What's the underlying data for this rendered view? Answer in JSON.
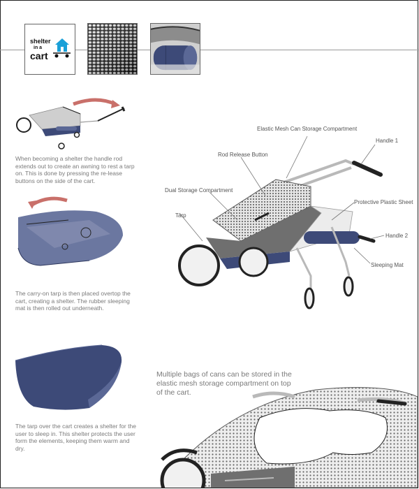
{
  "logo": {
    "line1": "shelter",
    "line2": "in a",
    "line3": "cart"
  },
  "thumbnails": [
    {
      "name": "mesh-texture"
    },
    {
      "name": "sleeping-mat-closeup"
    }
  ],
  "captions": {
    "handle_rod": "When becoming a shelter the handle rod extends out to create an awning to rest a tarp on.  This is done by pressing the re-lease buttons on the side of the cart.",
    "tarp_overtop": "The carry-on tarp is then placed overtop the cart, creating a shelter.  The rubber sleeping mat is then rolled out underneath.",
    "shelter_sleep": "The tarp over the cart creates a shelter for the user to sleep in.  This shelter protects the user form the elements, keeping them warm and dry.",
    "storage": "Multiple bags of cans can be stored in the elastic mesh storage compartment on top of the cart."
  },
  "labels": {
    "elastic_mesh": "Elastic Mesh Can Storage Compartment",
    "handle1": "Handle 1",
    "rod_release": "Rod Release Button",
    "dual_storage": "Dual Storage Compartment",
    "protective_sheet": "Protective Plastic Sheet",
    "tarp": "Tarp",
    "handle2": "Handle 2",
    "sleeping_mat": "Sleeping Mat"
  },
  "colors": {
    "navy": "#3d4a78",
    "navy_light": "#5b6896",
    "arrow_red": "#c9706a",
    "frame_gray": "#b9b9b9",
    "dark": "#2a2a2a"
  }
}
